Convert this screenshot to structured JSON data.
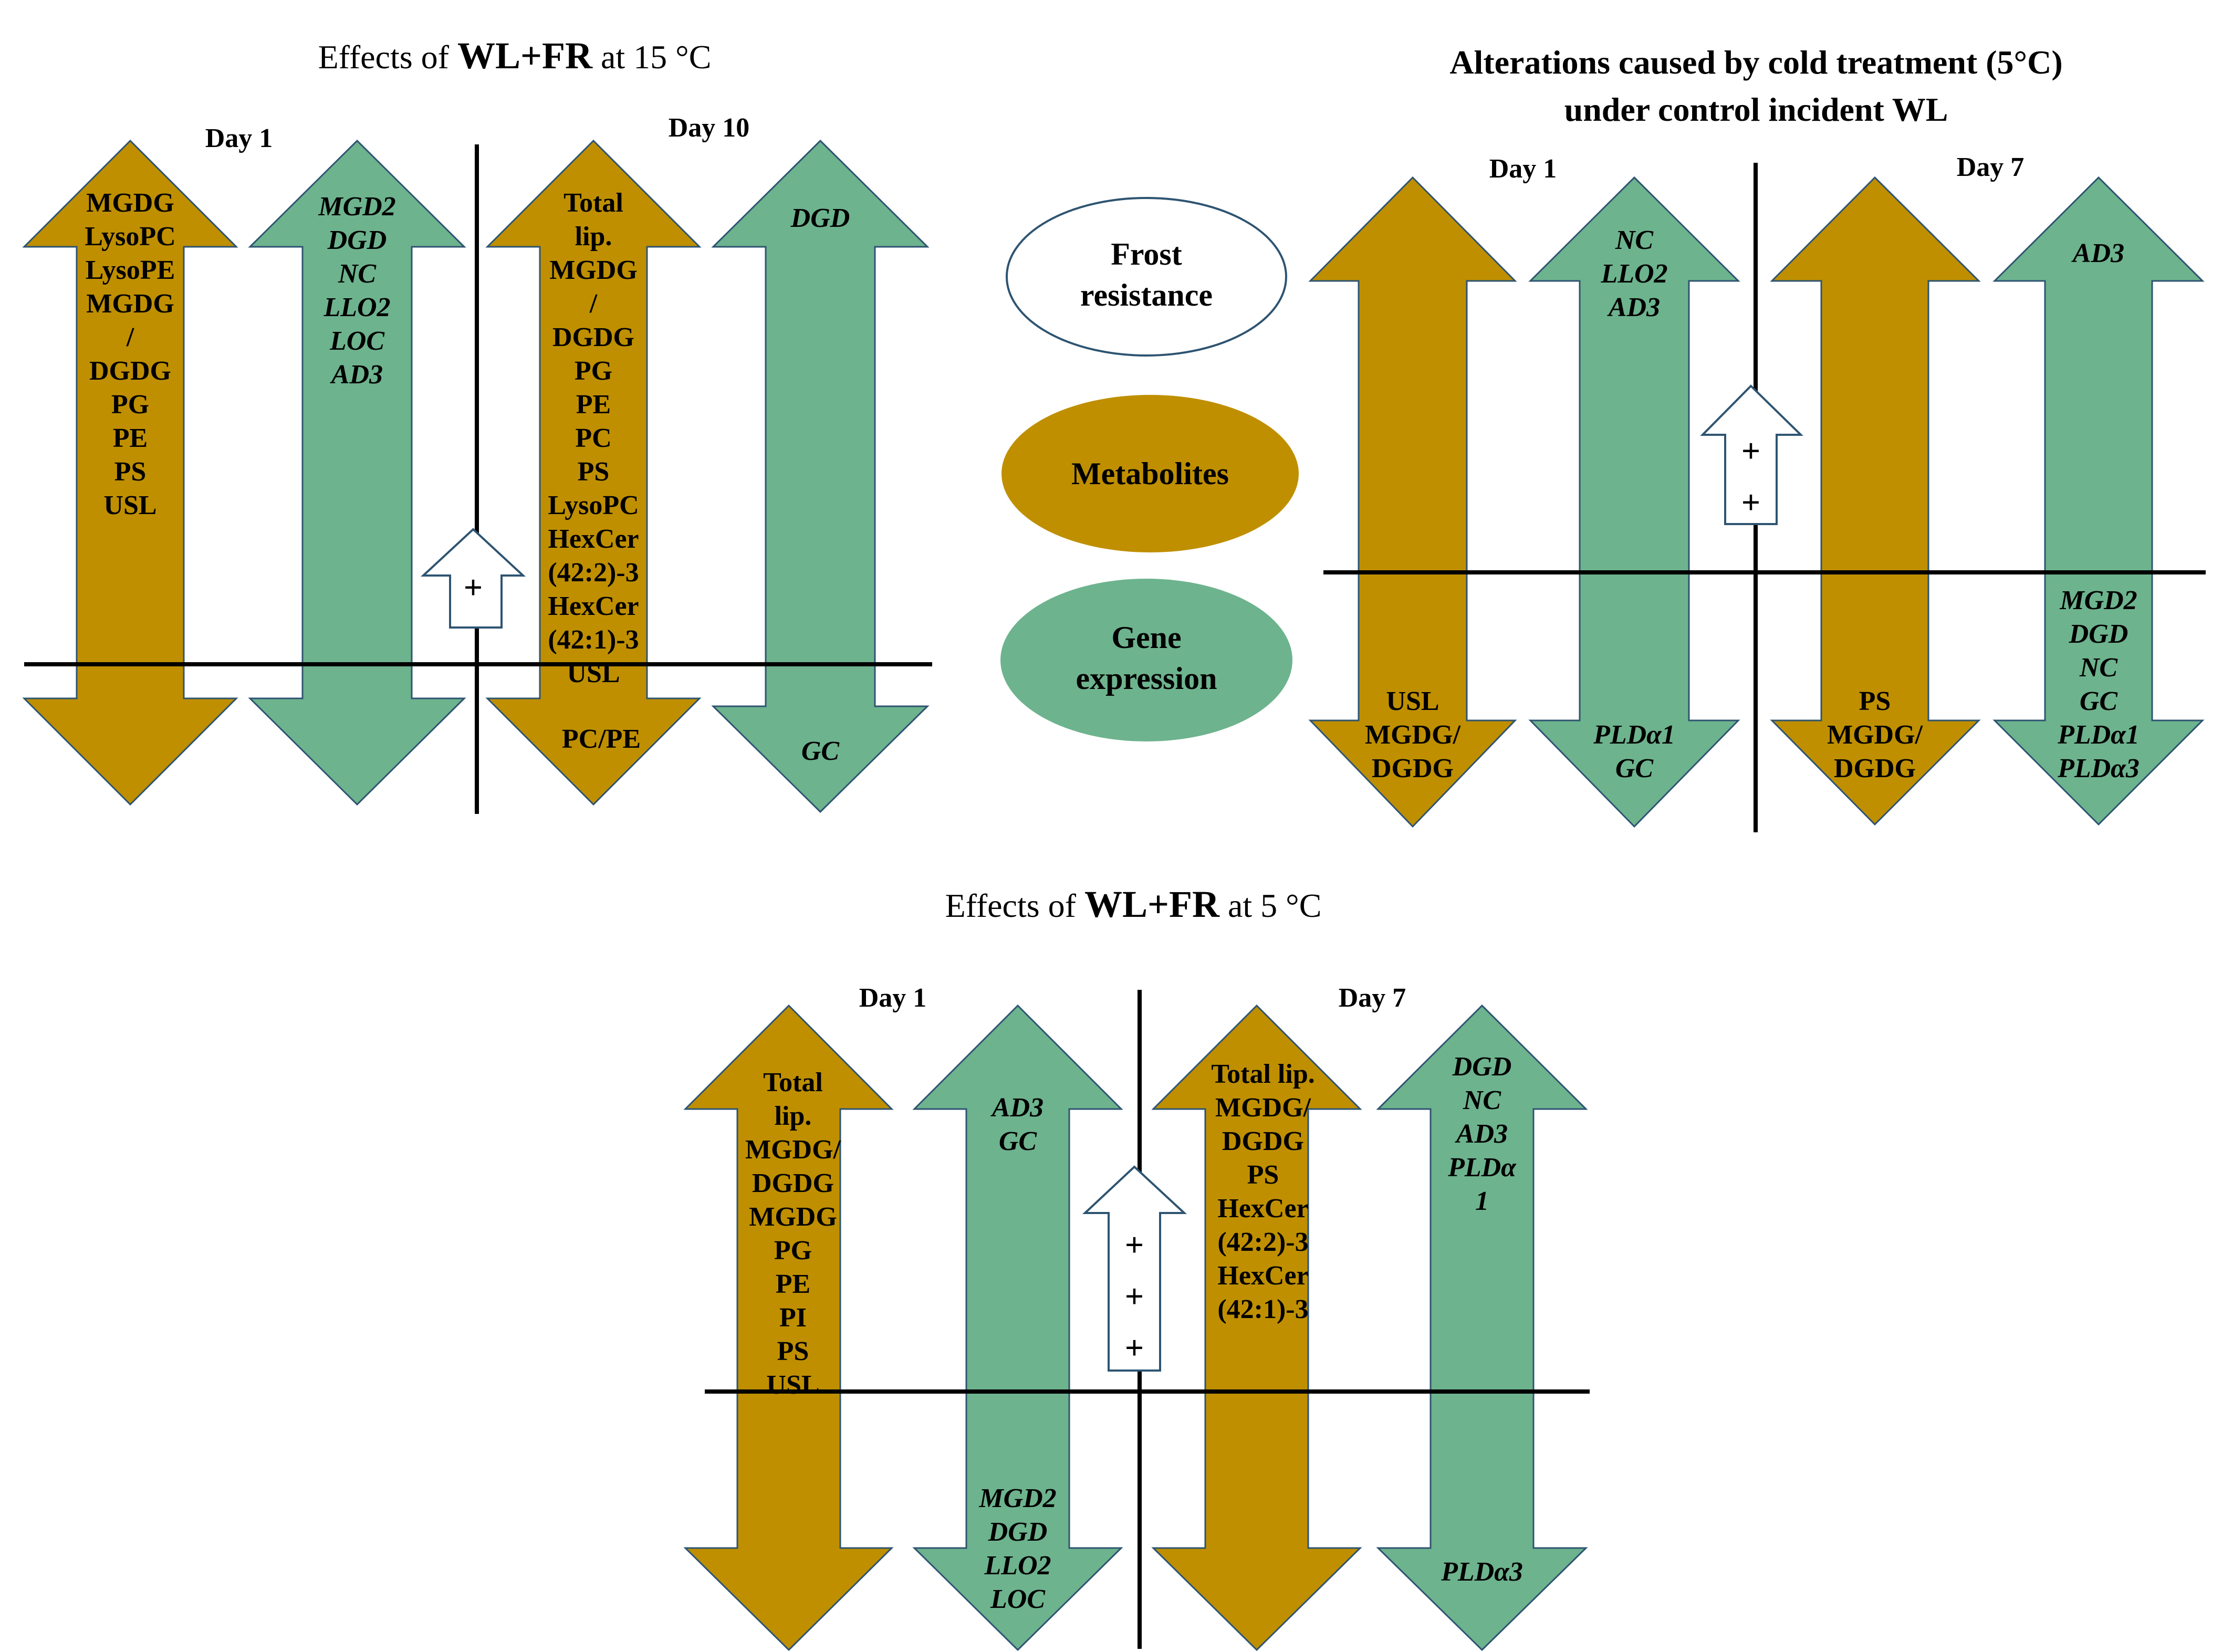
{
  "colors": {
    "metabolites": "#BF8F00",
    "genes": "#6DB38E",
    "frost": "#FFFFFF",
    "arrow_stroke": "#2E5471",
    "line": "#000000"
  },
  "panels": {
    "p15": {
      "title_pre": "Effects of ",
      "title_big": "WL+FR",
      "title_post": " at 15 °C",
      "day_a": "Day 1",
      "day_b": "Day 10",
      "d1_lipids_up": [
        "MGDG",
        "LysoPC",
        "LysoPE",
        "MGDG",
        "/",
        "DGDG",
        "PG",
        "PE",
        "PS",
        "USL"
      ],
      "d1_genes_up": [
        "MGD2",
        "DGD",
        "NC",
        "LLO2",
        "LOC",
        "AD3"
      ],
      "d10_lipids_up": [
        "Total",
        "lip.",
        "MGDG",
        "/",
        "DGDG",
        "PG",
        "PE",
        "PC",
        "PS",
        "LysoPC",
        "HexCer",
        "(42:2)-3",
        "HexCer",
        "(42:1)-3",
        "USL"
      ],
      "d10_lipids_down": [
        "PC/PE"
      ],
      "d10_genes_up": [
        "DGD"
      ],
      "d10_genes_down": [
        "GC"
      ],
      "frost": [
        "+"
      ]
    },
    "pcold": {
      "title_line1": "Alterations caused by cold treatment (5°C)",
      "title_line2": "under control incident WL",
      "day_a": "Day 1",
      "day_b": "Day 7",
      "d1_lipids_down": [
        "USL",
        "MGDG/",
        "DGDG"
      ],
      "d1_genes_up": [
        "NC",
        "LLO2",
        "AD3"
      ],
      "d1_genes_down": [
        "PLDα1",
        "GC"
      ],
      "d7_lipids_down": [
        "PS",
        "MGDG/",
        "DGDG"
      ],
      "d7_genes_up": [
        "AD3"
      ],
      "d7_genes_down": [
        "MGD2",
        "DGD",
        "NC",
        "GC",
        "PLDα1",
        "PLDα3"
      ],
      "frost": [
        "+",
        "+"
      ]
    },
    "p5": {
      "title_pre": "Effects of ",
      "title_big": "WL+FR",
      "title_post": " at 5 °C",
      "day_a": "Day 1",
      "day_b": "Day 7",
      "d1_lipids_up": [
        "Total",
        "lip.",
        "MGDG/",
        "DGDG",
        "MGDG",
        "PG",
        "PE",
        "PI",
        "PS",
        "USL"
      ],
      "d1_genes_up": [
        "AD3",
        "GC"
      ],
      "d1_genes_down": [
        "MGD2",
        "DGD",
        "LLO2",
        "LOC"
      ],
      "d7_lipids_up": [
        "Total lip.",
        "MGDG/",
        "DGDG",
        "PS",
        "HexCer",
        "(42:2)-3",
        "HexCer",
        "(42:1)-3"
      ],
      "d7_genes_up": [
        "DGD",
        "NC",
        "AD3",
        "PLDα",
        "1"
      ],
      "d7_genes_down": [
        "PLDα3"
      ],
      "frost": [
        "+",
        "+",
        "+"
      ]
    }
  },
  "legend": {
    "frost": [
      "Frost",
      "resistance"
    ],
    "metabolites": [
      "Metabolites"
    ],
    "genes": [
      "Gene",
      "expression"
    ]
  }
}
